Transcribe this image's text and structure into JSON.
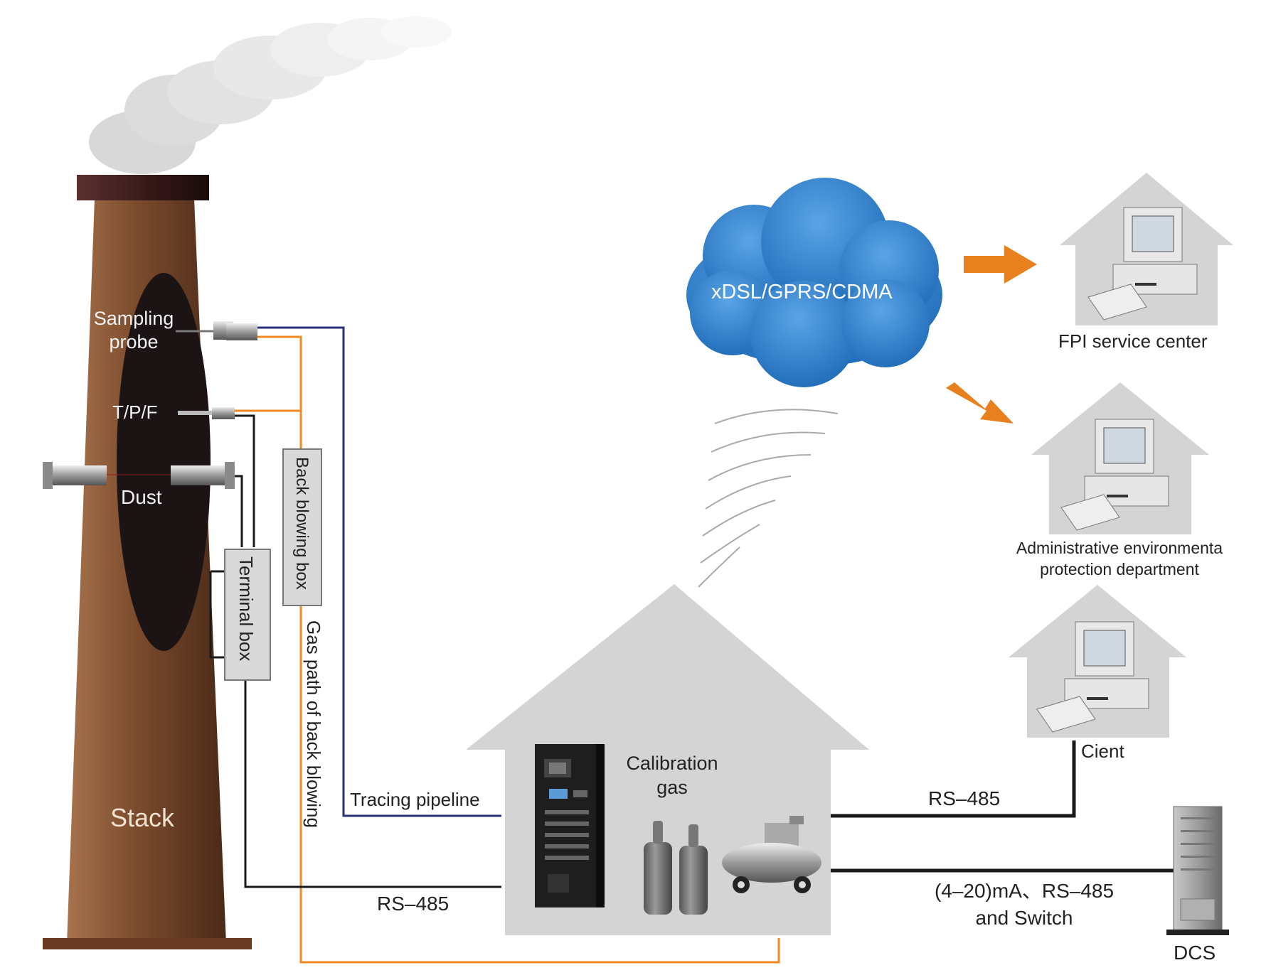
{
  "labels": {
    "stack": "Stack",
    "sampling_probe_line1": "Sampling",
    "sampling_probe_line2": "probe",
    "tpf": "T/P/F",
    "dust": "Dust",
    "terminal_box": "Terminal box",
    "back_blowing_box": "Back blowing box",
    "gas_path_back_blowing": "Gas path of back blowing",
    "tracing_pipeline": "Tracing pipeline",
    "rs485_stack": "RS–485",
    "calibration_gas_line1": "Calibration",
    "calibration_gas_line2": "gas",
    "network": "xDSL/GPRS/CDMA",
    "fpi_service_center": "FPI service center",
    "admin_line1": "Administrative environmenta",
    "admin_line2": "protection department",
    "client": "Cient",
    "rs485_client": "RS–485",
    "dcs_link_line1": "(4–20)mA、RS–485",
    "dcs_link_line2": "and Switch",
    "dcs": "DCS"
  },
  "icons": {
    "smoke": "smoke-cloud",
    "stack": "chimney",
    "network": "cloud",
    "signal": "wireless-waves",
    "computer": "desktop-computer",
    "server": "server-tower",
    "cylinder": "gas-cylinder",
    "compressor": "air-compressor",
    "cabinet": "analyzer-cabinet"
  },
  "colors": {
    "stack_brown": "#7a4a2c",
    "cloud_blue": "#2e7fc9",
    "arrow_orange": "#e8801e",
    "tracing_line": "#2b2f7a",
    "gas_line": "#f08a24",
    "signal_line": "#1a1a1a",
    "house_gray": "#d4d4d4"
  }
}
